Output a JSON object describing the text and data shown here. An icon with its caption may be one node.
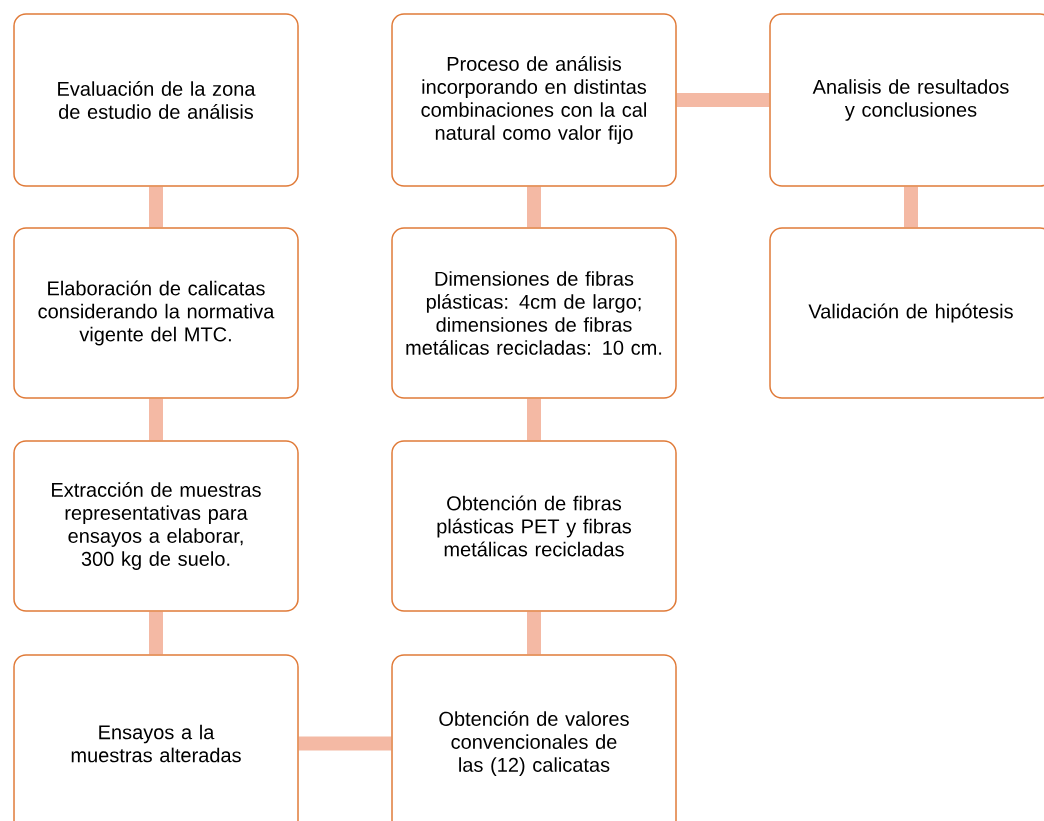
{
  "diagram": {
    "nodes": [
      {
        "text": [
          "Evaluación de la zona de estudio de análisis"
        ]
      },
      {
        "text": [
          "Elaboración de calicatas considerando la normativa vigente del MTC."
        ]
      },
      {
        "text": [
          "Extracción de muestras representativas para ensayos a elaborar, 300 kg de suelo."
        ]
      },
      {
        "text": [
          "Ensayos a la muestras alteradas"
        ]
      },
      {
        "text": [
          "Obtención de valores convencionales de las (12) calicatas"
        ]
      },
      {
        "text": [
          "Obtención de fibras plásticas PET y fibras metálicas recicladas"
        ]
      },
      {
        "text": [
          "Dimensiones de fibras plásticas: 4cm de largo; dimensiones de fibras metálicas recicladas: 10 cm."
        ]
      },
      {
        "text": [
          "Proceso de análisis incorporando en distintas combinaciones con la cal natural como valor fijo"
        ]
      },
      {
        "text": [
          "Analisis de resultados y conclusiones"
        ]
      },
      {
        "text": [
          "Validación de hipótesis"
        ]
      }
    ],
    "edges": [
      {
        "from": 0,
        "to": 1,
        "arrow": "none"
      },
      {
        "from": 1,
        "to": 2,
        "arrow": "none"
      },
      {
        "from": 2,
        "to": 3,
        "arrow": "none"
      },
      {
        "from": 3,
        "to": 4,
        "arrow": "none"
      },
      {
        "from": 4,
        "to": 5,
        "arrow": "none"
      },
      {
        "from": 5,
        "to": 6,
        "arrow": "none"
      },
      {
        "from": 6,
        "to": 7,
        "arrow": "none"
      },
      {
        "from": 7,
        "to": 8,
        "arrow": "none"
      },
      {
        "from": 8,
        "to": 9,
        "arrow": "none"
      }
    ]
  }
}
